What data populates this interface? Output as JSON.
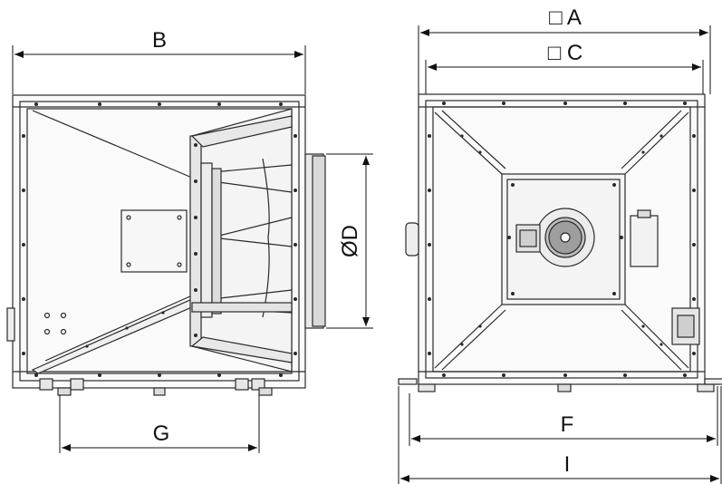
{
  "dimensions": {
    "A": "□ A",
    "C": "□ C",
    "B": "B",
    "D": "ØD",
    "G": "G",
    "F": "F",
    "I": "I"
  },
  "colors": {
    "line": "#2a2a2a",
    "fill_light": "#f2f2f2",
    "fill_mid": "#d8d8d8"
  }
}
